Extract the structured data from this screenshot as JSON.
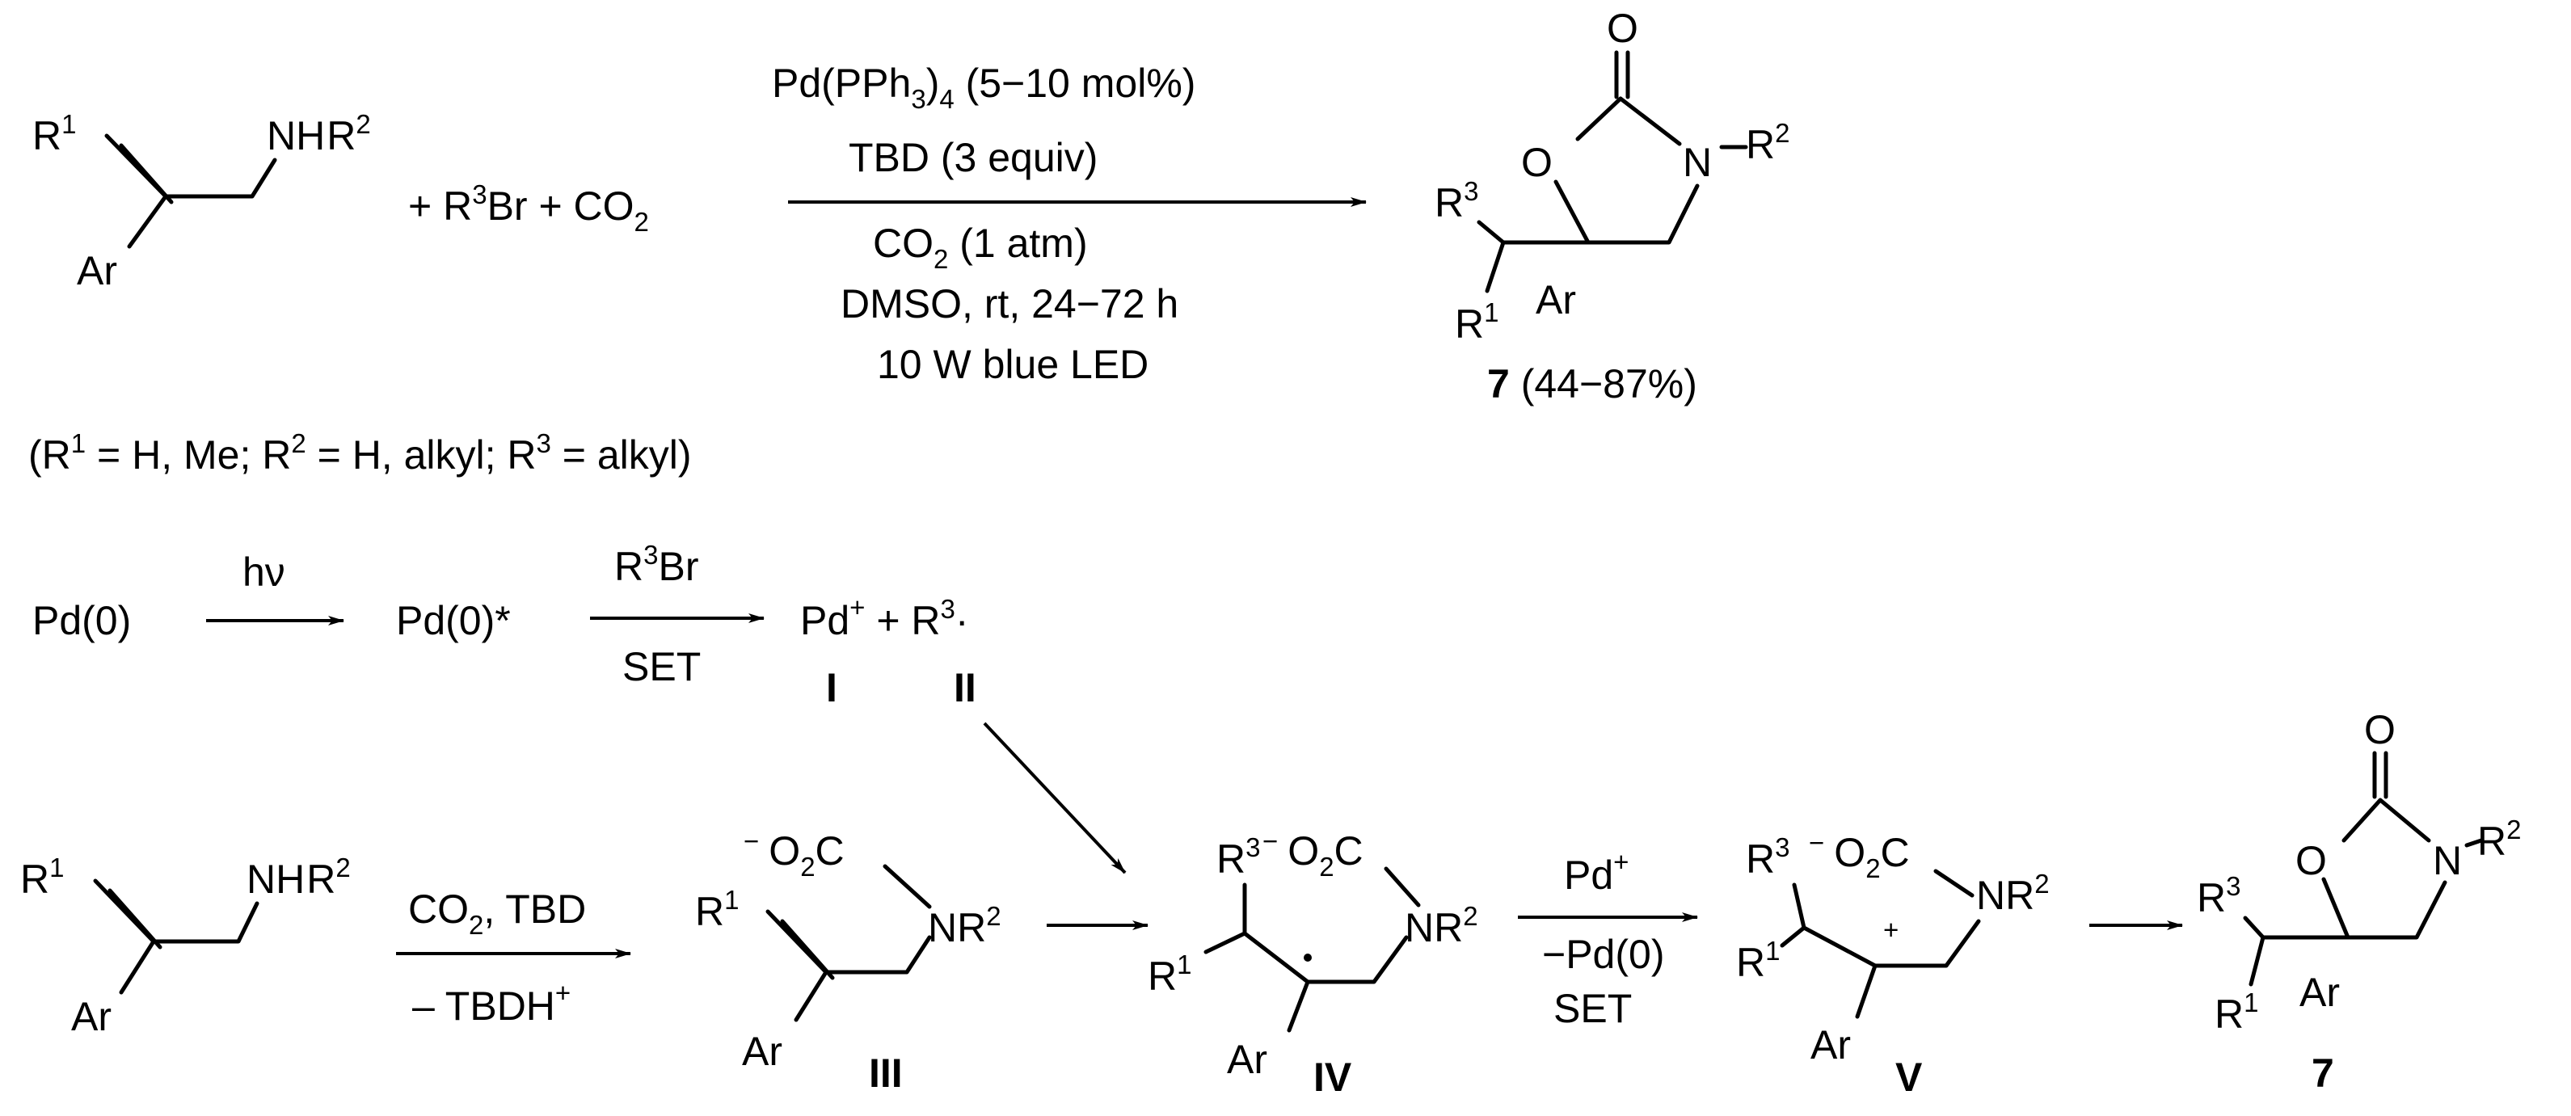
{
  "atoms": {
    "R": "R",
    "one": "1",
    "two": "2",
    "three": "3",
    "NH": "NH",
    "N": "N",
    "O": "O",
    "C": "C",
    "Ar": "Ar",
    "minus": "−",
    "plus": "+",
    "radical": "·",
    "sub2": "2",
    "dash": "–"
  },
  "reaction1": {
    "plus_r3br": "+  R",
    "br": "Br",
    "plus_co2": " + CO",
    "cond_line1": "Pd(PPh",
    "cond_line1_sub": "3",
    "cond_line1_sub2": "4",
    "cond_line1_tail": " (5−10 mol%)",
    "cond_line2": "TBD (3 equiv)",
    "cond_line3": "CO",
    "cond_line3_tail": " (1 atm)",
    "cond_line4": "DMSO,  rt, 24−72 h",
    "cond_line5": "10 W blue LED",
    "product_num": "7",
    "product_yield": " (44−87%)",
    "substituents": "(R",
    "subst_a": " = H, Me; R",
    "subst_b": " = H, alkyl; R",
    "subst_c": " = alkyl)"
  },
  "mechanism": {
    "pd0": "Pd(0)",
    "hv": "hν",
    "pd0_star": "Pd(0)*",
    "r3br_top": "R",
    "r3br_br": "Br",
    "set": "SET",
    "pd_plus": "Pd",
    "plus_r3": " + R",
    "label_I": "I",
    "label_II": "II",
    "co2_tbd": "CO",
    "co2_tbd_tail": ", TBD",
    "minus_tbdh": "– TBDH",
    "label_III": "III",
    "label_IV": "IV",
    "pd_plus_reagent": "Pd",
    "minus_pd0": "−Pd(0)",
    "set2": "SET",
    "label_V": "V",
    "label_7": "7",
    "o2c": "O",
    "o2c_c": "C"
  }
}
